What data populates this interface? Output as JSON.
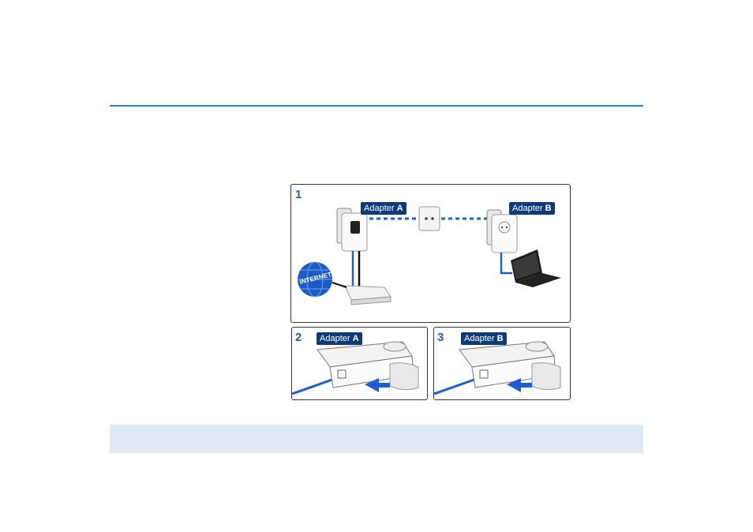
{
  "steps": {
    "one": {
      "number": "1",
      "adapter_a": {
        "name": "Adapter",
        "letter": "A"
      },
      "adapter_b": {
        "name": "Adapter",
        "letter": "B"
      },
      "globe_text": "INTERNET"
    },
    "two": {
      "number": "2",
      "adapter": {
        "name": "Adapter",
        "letter": "A"
      }
    },
    "three": {
      "number": "3",
      "adapter": {
        "name": "Adapter",
        "letter": "B"
      }
    }
  },
  "colors": {
    "rule": "#2b86d8",
    "band": "#dde9f4",
    "tag": "#0d3a78",
    "cable_blue": "#1d5fd0",
    "step_number": "#1f5fb8"
  }
}
